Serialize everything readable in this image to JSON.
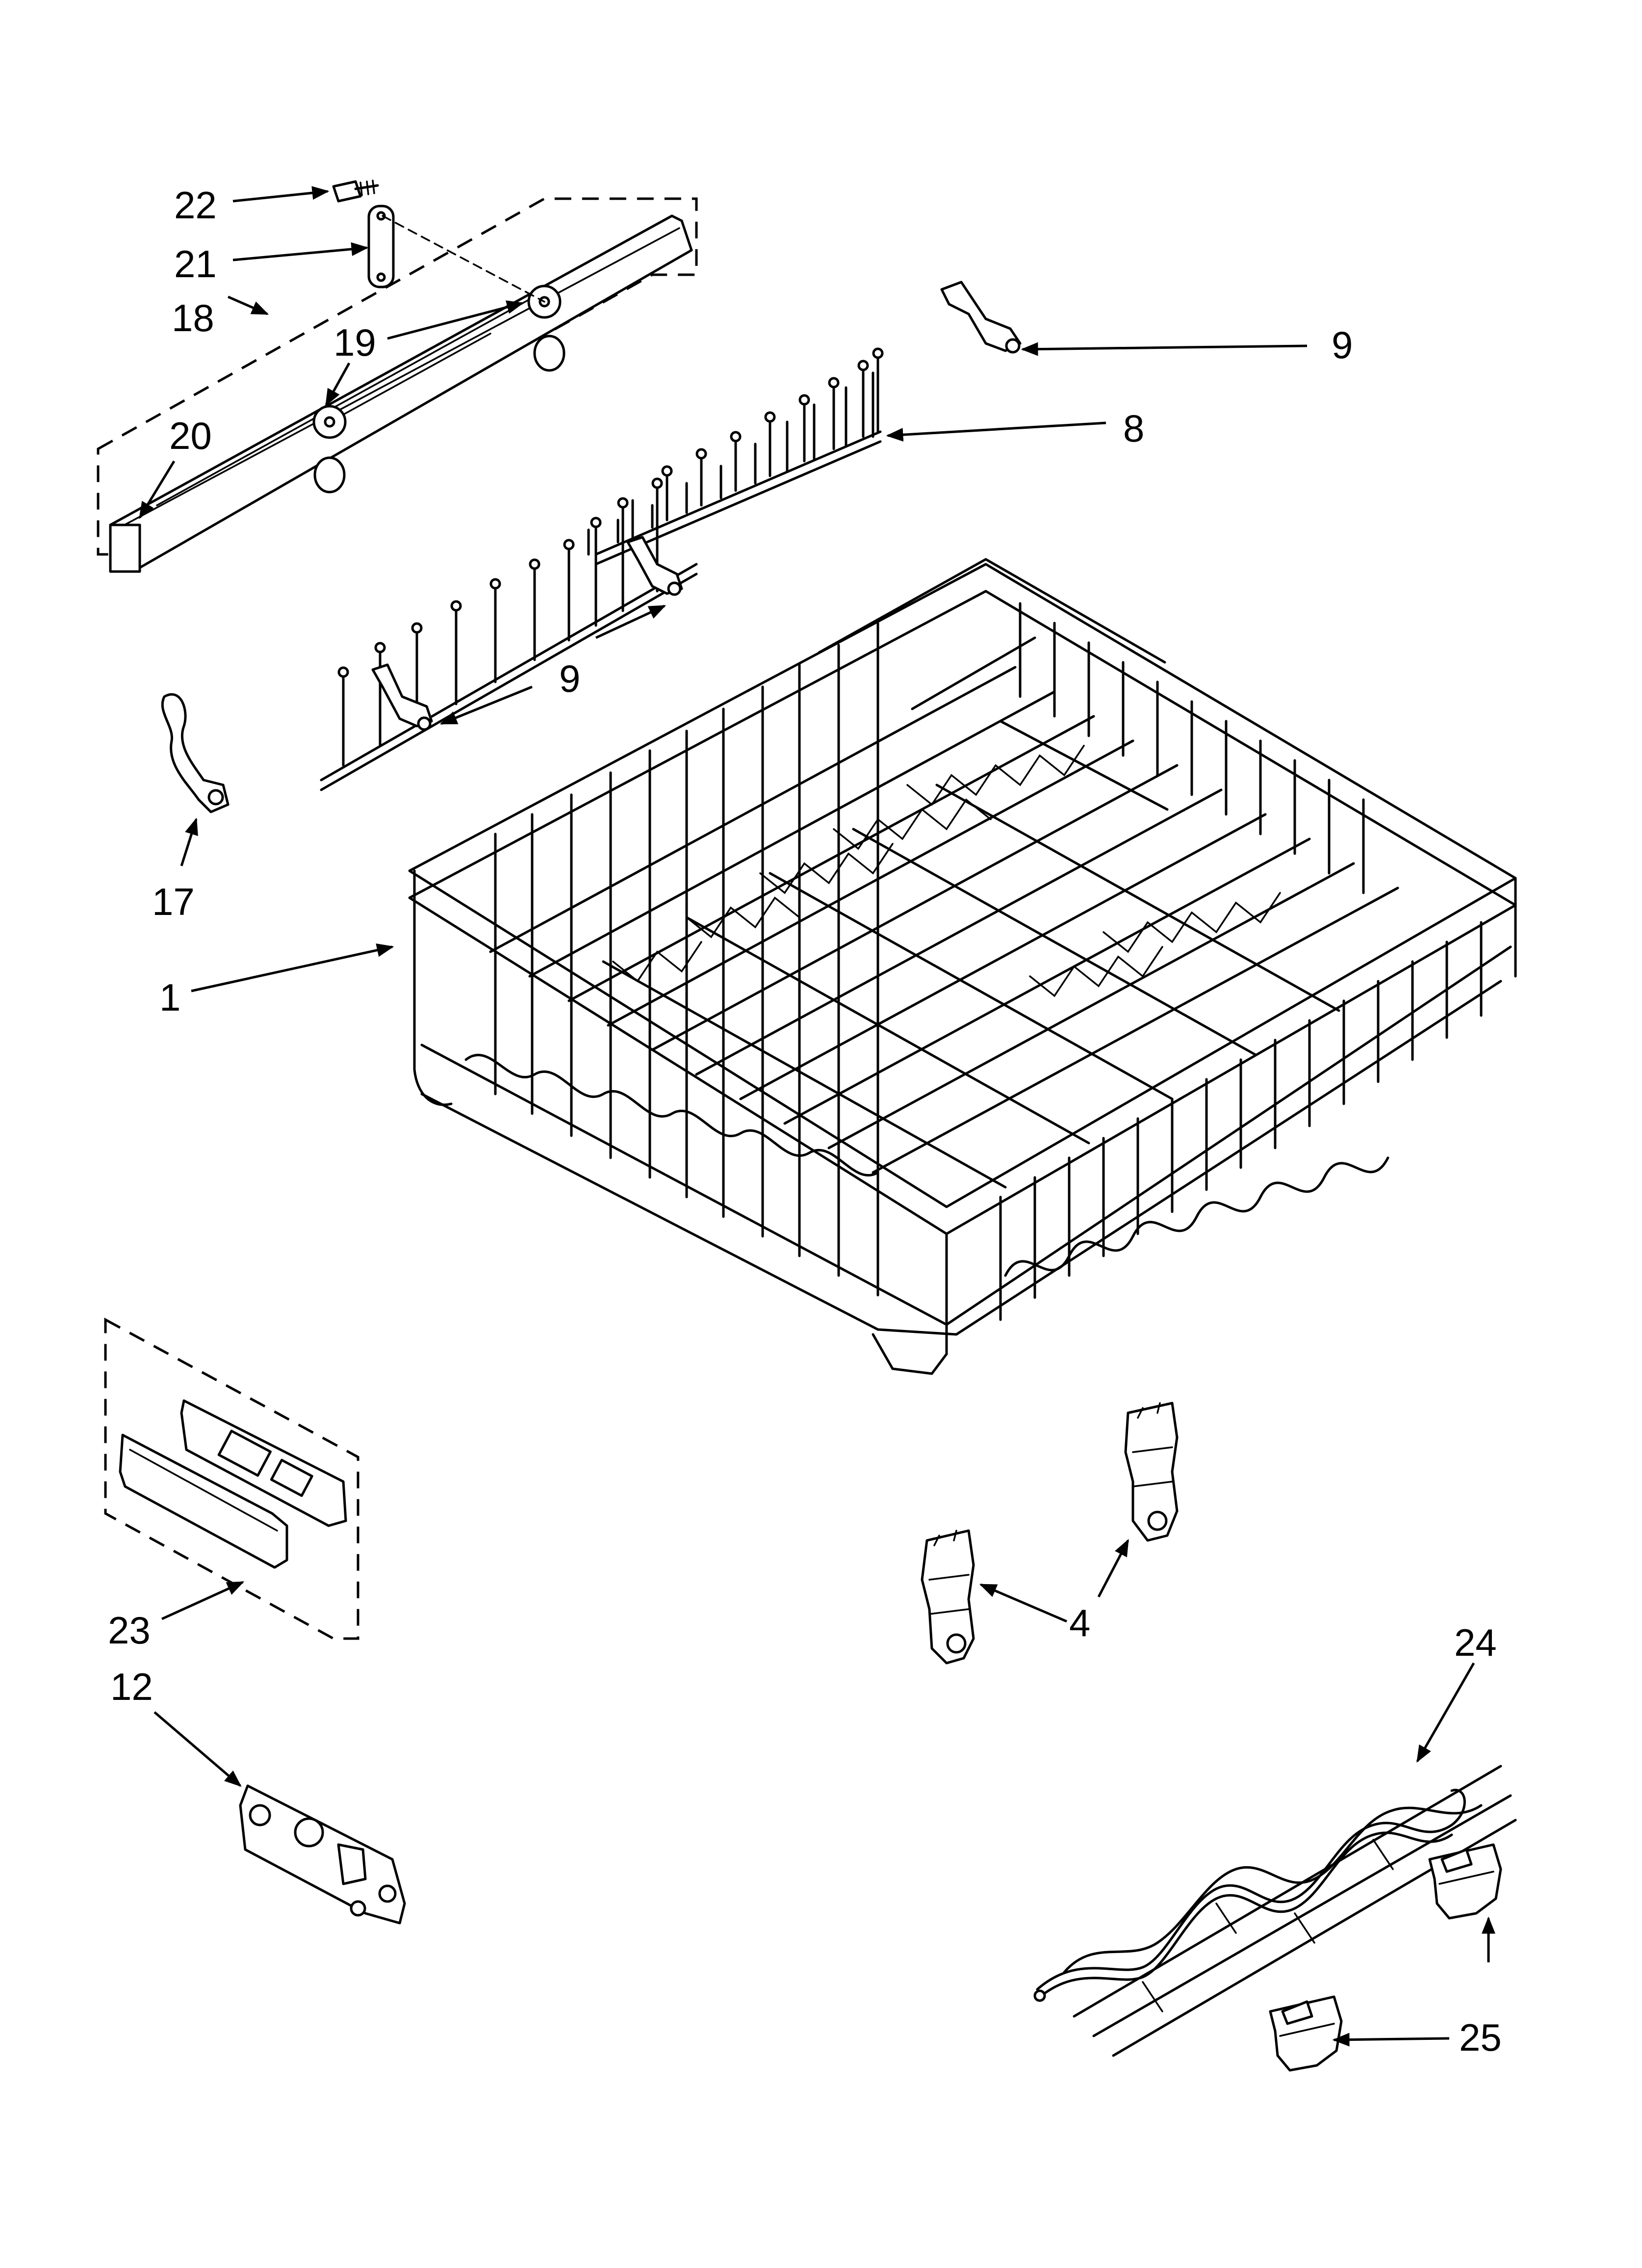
{
  "callouts": {
    "c22": "22",
    "c21": "21",
    "c18": "18",
    "c19": "19",
    "c20": "20",
    "c9a": "9",
    "c8": "8",
    "c9b": "9",
    "c17": "17",
    "c1": "1",
    "c23": "23",
    "c12": "12",
    "c4": "4",
    "c24": "24",
    "c25": "25"
  }
}
